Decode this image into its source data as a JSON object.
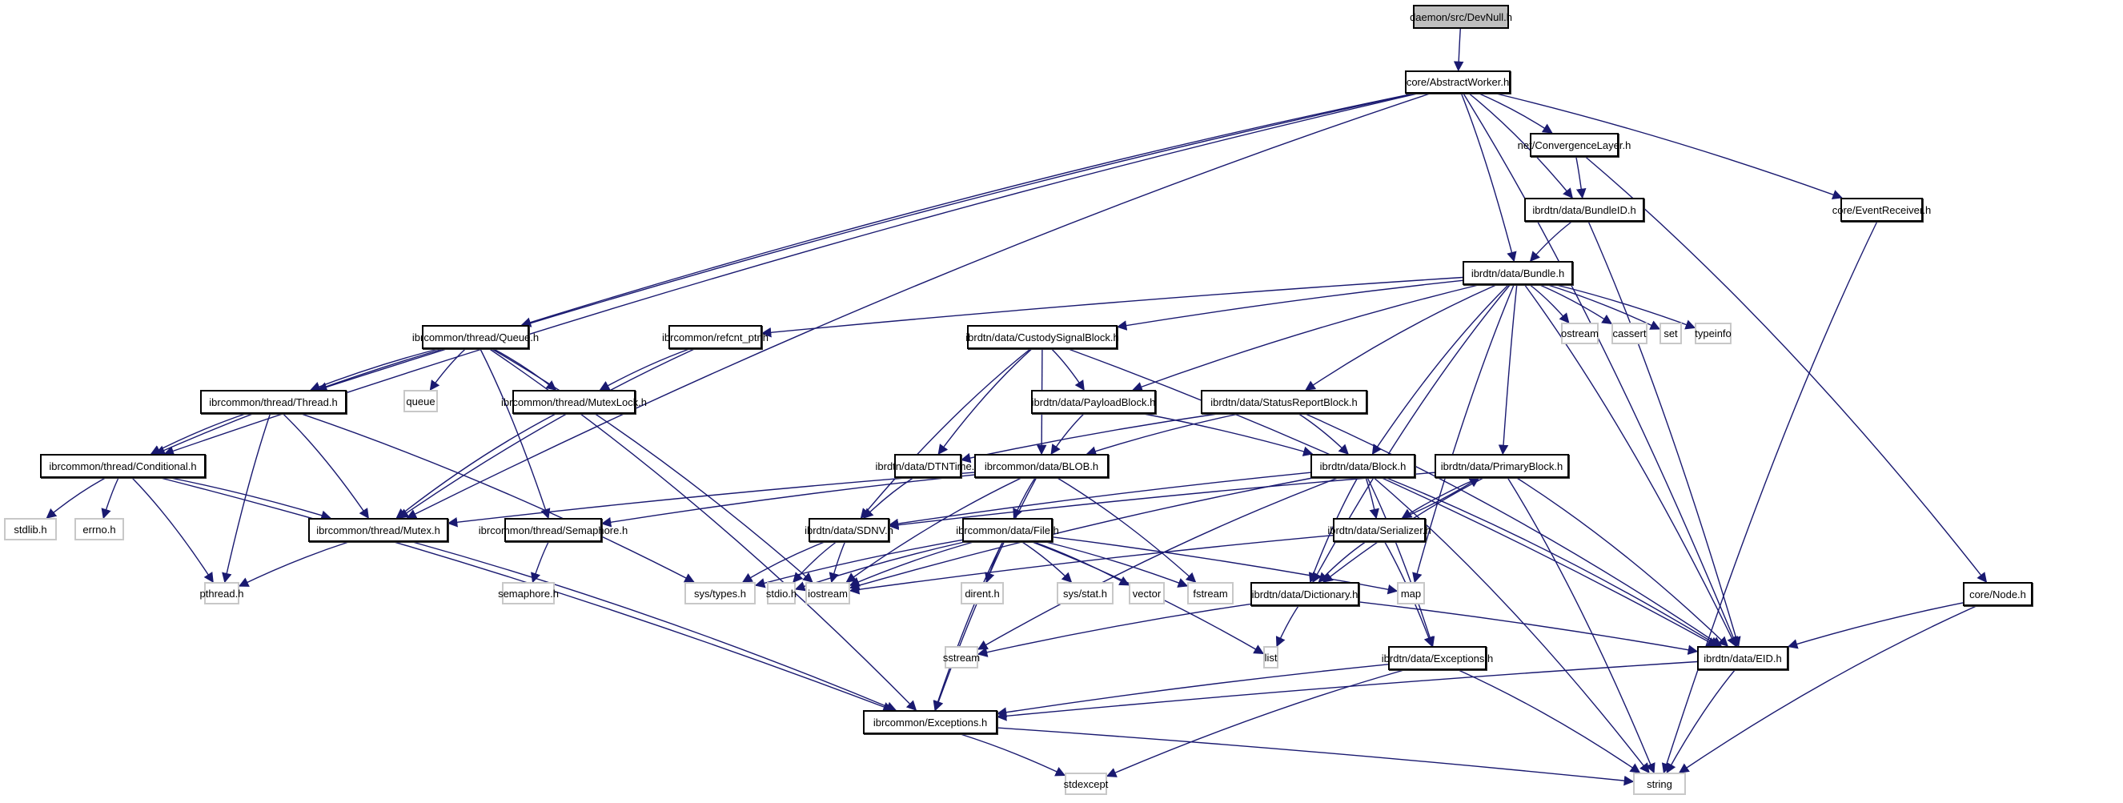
{
  "title": "daemon/src/DevNull.h include dependency graph",
  "colors": {
    "edge": "#191970",
    "root_fill": "#bfbfbf",
    "sys_border": "#c8c8c8"
  },
  "nodes": [
    {
      "id": "devnull",
      "label": "daemon/src/DevNull.h",
      "kind": "root"
    },
    {
      "id": "abstractworker",
      "label": "core/AbstractWorker.h",
      "kind": "local"
    },
    {
      "id": "convergencelayer",
      "label": "net/ConvergenceLayer.h",
      "kind": "local"
    },
    {
      "id": "bundleid",
      "label": "ibrdtn/data/BundleID.h",
      "kind": "local"
    },
    {
      "id": "eventreceiver",
      "label": "core/EventReceiver.h",
      "kind": "local"
    },
    {
      "id": "bundle",
      "label": "ibrdtn/data/Bundle.h",
      "kind": "local"
    },
    {
      "id": "queue_h",
      "label": "ibrcommon/thread/Queue.h",
      "kind": "local"
    },
    {
      "id": "refcnt",
      "label": "ibrcommon/refcnt_ptr.h",
      "kind": "local"
    },
    {
      "id": "custody",
      "label": "ibrdtn/data/CustodySignalBlock.h",
      "kind": "local"
    },
    {
      "id": "ostream",
      "label": "ostream",
      "kind": "sys"
    },
    {
      "id": "cassert",
      "label": "cassert",
      "kind": "sys"
    },
    {
      "id": "set",
      "label": "set",
      "kind": "sys"
    },
    {
      "id": "typeinfo",
      "label": "typeinfo",
      "kind": "sys"
    },
    {
      "id": "thread",
      "label": "ibrcommon/thread/Thread.h",
      "kind": "local"
    },
    {
      "id": "queue",
      "label": "queue",
      "kind": "sys"
    },
    {
      "id": "mutexlock",
      "label": "ibrcommon/thread/MutexLock.h",
      "kind": "local"
    },
    {
      "id": "payload",
      "label": "ibrdtn/data/PayloadBlock.h",
      "kind": "local"
    },
    {
      "id": "statusreport",
      "label": "ibrdtn/data/StatusReportBlock.h",
      "kind": "local"
    },
    {
      "id": "conditional",
      "label": "ibrcommon/thread/Conditional.h",
      "kind": "local"
    },
    {
      "id": "dtntime",
      "label": "ibrdtn/data/DTNTime.h",
      "kind": "local"
    },
    {
      "id": "blob",
      "label": "ibrcommon/data/BLOB.h",
      "kind": "local"
    },
    {
      "id": "block",
      "label": "ibrdtn/data/Block.h",
      "kind": "local"
    },
    {
      "id": "primary",
      "label": "ibrdtn/data/PrimaryBlock.h",
      "kind": "local"
    },
    {
      "id": "stdlib",
      "label": "stdlib.h",
      "kind": "sys"
    },
    {
      "id": "errno",
      "label": "errno.h",
      "kind": "sys"
    },
    {
      "id": "mutex",
      "label": "ibrcommon/thread/Mutex.h",
      "kind": "local"
    },
    {
      "id": "semaphore_h",
      "label": "ibrcommon/thread/Semaphore.h",
      "kind": "local"
    },
    {
      "id": "sdnv",
      "label": "ibrdtn/data/SDNV.h",
      "kind": "local"
    },
    {
      "id": "file",
      "label": "ibrcommon/data/File.h",
      "kind": "local"
    },
    {
      "id": "serializer",
      "label": "ibrdtn/data/Serializer.h",
      "kind": "local"
    },
    {
      "id": "pthread",
      "label": "pthread.h",
      "kind": "sys"
    },
    {
      "id": "semaphore",
      "label": "semaphore.h",
      "kind": "sys"
    },
    {
      "id": "systypes",
      "label": "sys/types.h",
      "kind": "sys"
    },
    {
      "id": "stdio",
      "label": "stdio.h",
      "kind": "sys"
    },
    {
      "id": "iostream",
      "label": "iostream",
      "kind": "sys"
    },
    {
      "id": "dirent",
      "label": "dirent.h",
      "kind": "sys"
    },
    {
      "id": "sysstat",
      "label": "sys/stat.h",
      "kind": "sys"
    },
    {
      "id": "vector",
      "label": "vector",
      "kind": "sys"
    },
    {
      "id": "fstream",
      "label": "fstream",
      "kind": "sys"
    },
    {
      "id": "dictionary",
      "label": "ibrdtn/data/Dictionary.h",
      "kind": "local"
    },
    {
      "id": "map",
      "label": "map",
      "kind": "sys"
    },
    {
      "id": "node",
      "label": "core/Node.h",
      "kind": "local"
    },
    {
      "id": "sstream",
      "label": "sstream",
      "kind": "sys"
    },
    {
      "id": "list",
      "label": "list",
      "kind": "sys"
    },
    {
      "id": "dtnexceptions",
      "label": "ibrdtn/data/Exceptions.h",
      "kind": "local"
    },
    {
      "id": "eid",
      "label": "ibrdtn/data/EID.h",
      "kind": "local"
    },
    {
      "id": "commonexceptions",
      "label": "ibrcommon/Exceptions.h",
      "kind": "local"
    },
    {
      "id": "stdexcept",
      "label": "stdexcept",
      "kind": "sys"
    },
    {
      "id": "string",
      "label": "string",
      "kind": "sys"
    }
  ],
  "edges": [
    [
      "devnull",
      "abstractworker"
    ],
    [
      "abstractworker",
      "convergencelayer"
    ],
    [
      "abstractworker",
      "bundleid"
    ],
    [
      "abstractworker",
      "eventreceiver"
    ],
    [
      "abstractworker",
      "bundle"
    ],
    [
      "abstractworker",
      "queue_h"
    ],
    [
      "abstractworker",
      "thread"
    ],
    [
      "abstractworker",
      "conditional"
    ],
    [
      "abstractworker",
      "mutex"
    ],
    [
      "abstractworker",
      "eid"
    ],
    [
      "convergencelayer",
      "bundleid"
    ],
    [
      "convergencelayer",
      "node"
    ],
    [
      "bundleid",
      "bundle"
    ],
    [
      "bundleid",
      "eid"
    ],
    [
      "eventreceiver",
      "string"
    ],
    [
      "bundle",
      "refcnt"
    ],
    [
      "bundle",
      "custody"
    ],
    [
      "bundle",
      "payload"
    ],
    [
      "bundle",
      "statusreport"
    ],
    [
      "bundle",
      "block"
    ],
    [
      "bundle",
      "primary"
    ],
    [
      "bundle",
      "ostream"
    ],
    [
      "bundle",
      "cassert"
    ],
    [
      "bundle",
      "set"
    ],
    [
      "bundle",
      "typeinfo"
    ],
    [
      "bundle",
      "dictionary"
    ],
    [
      "bundle",
      "map"
    ],
    [
      "bundle",
      "eid"
    ],
    [
      "queue_h",
      "queue"
    ],
    [
      "queue_h",
      "mutexlock"
    ],
    [
      "queue_h",
      "thread"
    ],
    [
      "queue_h",
      "conditional"
    ],
    [
      "queue_h",
      "semaphore_h"
    ],
    [
      "queue_h",
      "commonexceptions"
    ],
    [
      "queue_h",
      "iostream"
    ],
    [
      "refcnt",
      "mutexlock"
    ],
    [
      "refcnt",
      "mutex"
    ],
    [
      "custody",
      "payload"
    ],
    [
      "custody",
      "blob"
    ],
    [
      "custody",
      "dtntime"
    ],
    [
      "custody",
      "sdnv"
    ],
    [
      "custody",
      "eid"
    ],
    [
      "thread",
      "conditional"
    ],
    [
      "thread",
      "mutex"
    ],
    [
      "thread",
      "pthread"
    ],
    [
      "thread",
      "systypes"
    ],
    [
      "mutexlock",
      "mutex"
    ],
    [
      "payload",
      "blob"
    ],
    [
      "payload",
      "block"
    ],
    [
      "statusreport",
      "block"
    ],
    [
      "statusreport",
      "blob"
    ],
    [
      "statusreport",
      "dtntime"
    ],
    [
      "statusreport",
      "eid"
    ],
    [
      "conditional",
      "stdlib"
    ],
    [
      "conditional",
      "errno"
    ],
    [
      "conditional",
      "mutex"
    ],
    [
      "conditional",
      "pthread"
    ],
    [
      "conditional",
      "commonexceptions"
    ],
    [
      "dtntime",
      "sdnv"
    ],
    [
      "blob",
      "file"
    ],
    [
      "blob",
      "mutex"
    ],
    [
      "blob",
      "semaphore_h"
    ],
    [
      "blob",
      "iostream"
    ],
    [
      "blob",
      "fstream"
    ],
    [
      "blob",
      "commonexceptions"
    ],
    [
      "block",
      "serializer"
    ],
    [
      "block",
      "dictionary"
    ],
    [
      "block",
      "sdnv"
    ],
    [
      "block",
      "eid"
    ],
    [
      "block",
      "string"
    ],
    [
      "block",
      "dtnexceptions"
    ],
    [
      "block",
      "iostream"
    ],
    [
      "block",
      "sstream"
    ],
    [
      "primary",
      "serializer"
    ],
    [
      "primary",
      "dictionary"
    ],
    [
      "primary",
      "eid"
    ],
    [
      "primary",
      "string"
    ],
    [
      "primary",
      "sdnv"
    ],
    [
      "mutex",
      "pthread"
    ],
    [
      "mutex",
      "commonexceptions"
    ],
    [
      "semaphore_h",
      "semaphore"
    ],
    [
      "sdnv",
      "systypes"
    ],
    [
      "sdnv",
      "stdio"
    ],
    [
      "sdnv",
      "iostream"
    ],
    [
      "file",
      "systypes"
    ],
    [
      "file",
      "stdio"
    ],
    [
      "file",
      "iostream"
    ],
    [
      "file",
      "dirent"
    ],
    [
      "file",
      "sysstat"
    ],
    [
      "file",
      "vector"
    ],
    [
      "file",
      "fstream"
    ],
    [
      "file",
      "list"
    ],
    [
      "file",
      "map"
    ],
    [
      "file",
      "commonexceptions"
    ],
    [
      "serializer",
      "primary"
    ],
    [
      "serializer",
      "dictionary"
    ],
    [
      "serializer",
      "dtnexceptions"
    ],
    [
      "serializer",
      "iostream"
    ],
    [
      "dictionary",
      "eid"
    ],
    [
      "dictionary",
      "list"
    ],
    [
      "dictionary",
      "sstream"
    ],
    [
      "node",
      "eid"
    ],
    [
      "node",
      "string"
    ],
    [
      "dtnexceptions",
      "commonexceptions"
    ],
    [
      "dtnexceptions",
      "stdexcept"
    ],
    [
      "dtnexceptions",
      "string"
    ],
    [
      "eid",
      "commonexceptions"
    ],
    [
      "eid",
      "string"
    ],
    [
      "commonexceptions",
      "stdexcept"
    ],
    [
      "commonexceptions",
      "string"
    ]
  ]
}
